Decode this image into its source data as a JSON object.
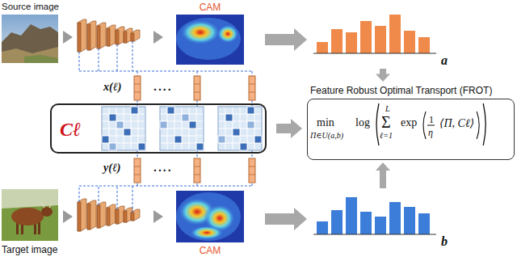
{
  "diagram": {
    "nodes": [
      {
        "text": [
          "Source image"
        ]
      },
      {
        "text": [
          "CAM"
        ]
      },
      {
        "text": [
          "a"
        ]
      },
      {
        "text": [
          "Cℓ"
        ]
      },
      {
        "text": [
          "Feature Robust Optimal Transport (FROT)",
          "min",
          "Π∈U(a,b)",
          "log",
          "L",
          "Σ",
          "ℓ=1",
          "exp",
          "1",
          "η",
          "⟨Π, Cℓ⟩"
        ]
      },
      {
        "text": [
          "Target image"
        ]
      },
      {
        "text": [
          "CAM"
        ]
      },
      {
        "text": [
          "b"
        ]
      }
    ],
    "edges": [
      {
        "from": 1,
        "to": 2,
        "arrow": "to"
      },
      {
        "from": 2,
        "to": 4,
        "arrow": "to"
      },
      {
        "from": 3,
        "to": 4,
        "arrow": "to"
      },
      {
        "from": 7,
        "to": 4,
        "arrow": "to"
      },
      {
        "from": 6,
        "to": 7,
        "arrow": "to"
      }
    ],
    "labels": [
      "x(ℓ)",
      "....",
      "y(ℓ)",
      "...."
    ]
  }
}
